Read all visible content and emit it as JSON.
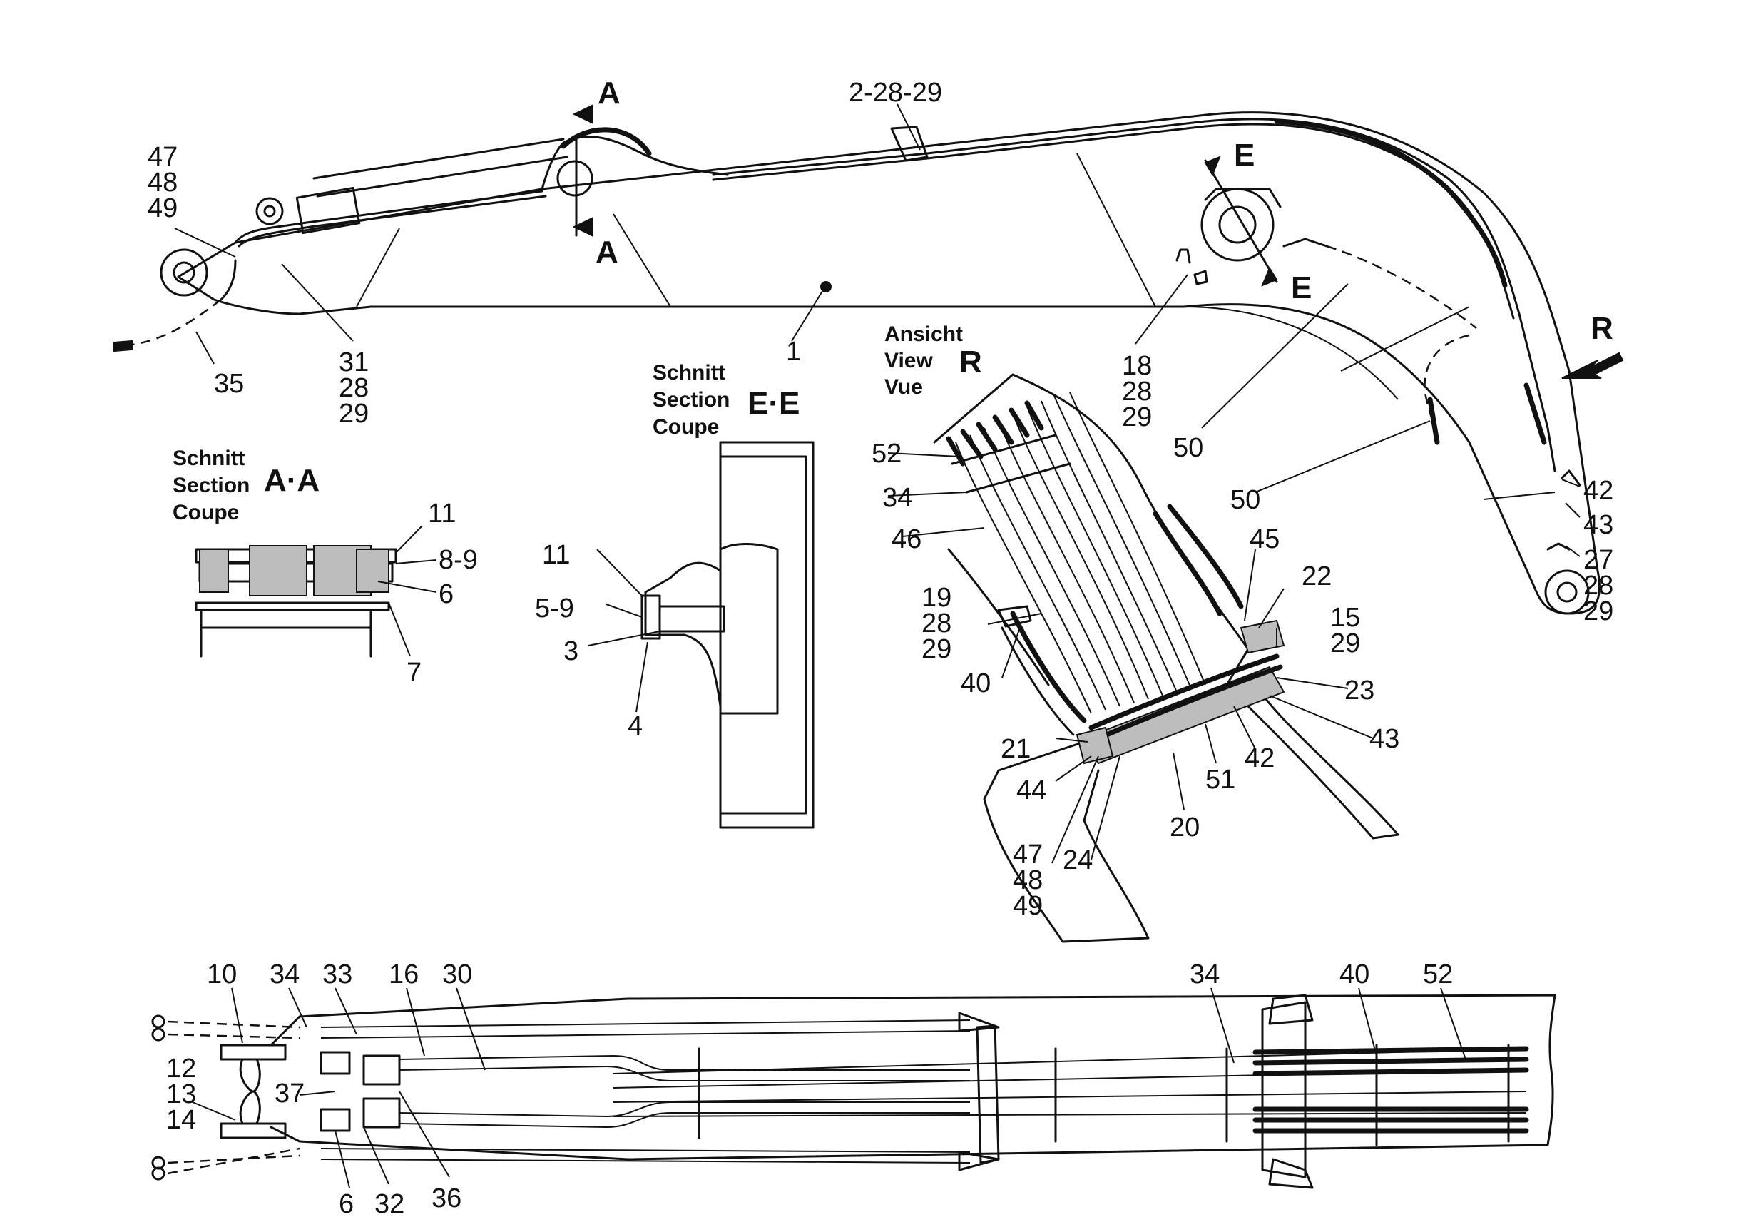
{
  "section_aa": {
    "lines": [
      "Schnitt",
      "Section",
      "Coupe"
    ],
    "tag": "A·A"
  },
  "section_ee": {
    "lines": [
      "Schnitt",
      "Section",
      "Coupe"
    ],
    "tag": "E·E"
  },
  "view_r": {
    "lines": [
      "Ansicht",
      "View",
      "Vue"
    ],
    "tag": "R"
  },
  "markers": {
    "a_top": "A",
    "a_bottom": "A",
    "e_top": "E",
    "e_bottom": "E",
    "r_arrow": "R"
  },
  "callouts": {
    "c_2_28_29": "2-28-29",
    "c_1": "1",
    "c_47": "47",
    "c_48": "48",
    "c_49": "49",
    "c_35": "35",
    "c_31": "31",
    "c_28a": "28",
    "c_29a": "29",
    "c_18": "18",
    "c_28b": "28",
    "c_29b": "29",
    "c_50a": "50",
    "c_50b": "50",
    "c_42a": "42",
    "c_43a": "43",
    "c_27": "27",
    "c_28c": "28",
    "c_29c": "29",
    "aa_11": "11",
    "aa_8_9": "8-9",
    "aa_6": "6",
    "aa_7": "7",
    "ee_11": "11",
    "ee_5_9": "5-9",
    "ee_3": "3",
    "ee_4": "4",
    "r_52": "52",
    "r_34": "34",
    "r_46": "46",
    "r_19": "19",
    "r_28": "28",
    "r_29": "29",
    "r_40": "40",
    "r_21": "21",
    "r_44": "44",
    "r_47": "47",
    "r_48": "48",
    "r_49": "49",
    "r_24": "24",
    "r_20": "20",
    "r_51": "51",
    "r_42": "42",
    "r_43": "43",
    "r_23": "23",
    "r_15": "15",
    "r_29b": "29",
    "r_22": "22",
    "r_45": "45",
    "b_10": "10",
    "b_34a": "34",
    "b_33": "33",
    "b_16": "16",
    "b_30": "30",
    "b_34b": "34",
    "b_40": "40",
    "b_52": "52",
    "b_12": "12",
    "b_13": "13",
    "b_14": "14",
    "b_37": "37",
    "b_6": "6",
    "b_32": "32",
    "b_36": "36"
  }
}
